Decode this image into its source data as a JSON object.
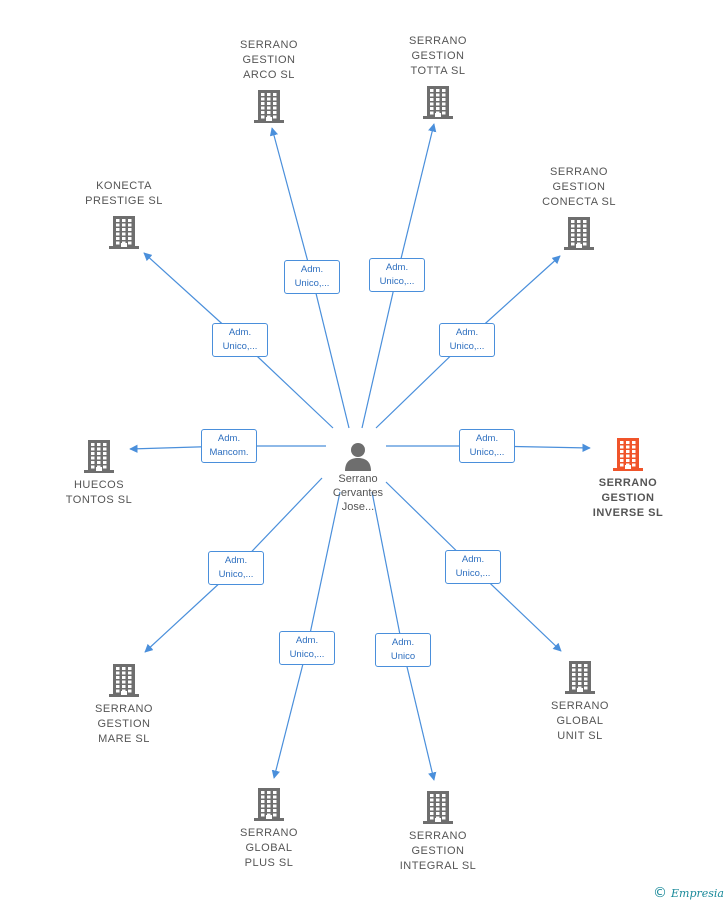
{
  "colors": {
    "edge": "#4a8fdb",
    "building": "#6e6e6e",
    "highlight": "#f0542a"
  },
  "center": {
    "name": "Serrano\nCervantes\nJose..."
  },
  "nodes": [
    {
      "id": "arco",
      "name": "SERRANO\nGESTION\nARCO  SL",
      "icon": "building-icon",
      "highlight": false
    },
    {
      "id": "totta",
      "name": "SERRANO\nGESTION\nTOTTA  SL",
      "icon": "building-icon",
      "highlight": false
    },
    {
      "id": "konecta",
      "name": "KONECTA\nPRESTIGE  SL",
      "icon": "building-icon",
      "highlight": false
    },
    {
      "id": "conecta",
      "name": "SERRANO\nGESTION\nCONECTA  SL",
      "icon": "building-icon",
      "highlight": false
    },
    {
      "id": "huecos",
      "name": "HUECOS\nTONTOS SL",
      "icon": "building-icon",
      "highlight": false
    },
    {
      "id": "inverse",
      "name": "SERRANO\nGESTION\nINVERSE  SL",
      "icon": "building-icon",
      "highlight": true
    },
    {
      "id": "mare",
      "name": "SERRANO\nGESTION\nMARE  SL",
      "icon": "building-icon",
      "highlight": false
    },
    {
      "id": "global",
      "name": "SERRANO\nGLOBAL\nUNIT  SL",
      "icon": "building-icon",
      "highlight": false
    },
    {
      "id": "plus",
      "name": "SERRANO\nGLOBAL\nPLUS  SL",
      "icon": "building-icon",
      "highlight": false
    },
    {
      "id": "integral",
      "name": "SERRANO\nGESTION\nINTEGRAL  SL",
      "icon": "building-icon",
      "highlight": false
    }
  ],
  "relations": [
    {
      "to": "arco",
      "line1": "Adm.",
      "line2": "Unico,..."
    },
    {
      "to": "totta",
      "line1": "Adm.",
      "line2": "Unico,..."
    },
    {
      "to": "konecta",
      "line1": "Adm.",
      "line2": "Unico,..."
    },
    {
      "to": "conecta",
      "line1": "Adm.",
      "line2": "Unico,..."
    },
    {
      "to": "huecos",
      "line1": "Adm.",
      "line2": "Mancom."
    },
    {
      "to": "inverse",
      "line1": "Adm.",
      "line2": "Unico,..."
    },
    {
      "to": "mare",
      "line1": "Adm.",
      "line2": "Unico,..."
    },
    {
      "to": "global",
      "line1": "Adm.",
      "line2": "Unico,..."
    },
    {
      "to": "plus",
      "line1": "Adm.",
      "line2": "Unico,..."
    },
    {
      "to": "integral",
      "line1": "Adm.",
      "line2": "Unico"
    }
  ],
  "brand": {
    "copyright": "©",
    "name": "Empresia"
  }
}
